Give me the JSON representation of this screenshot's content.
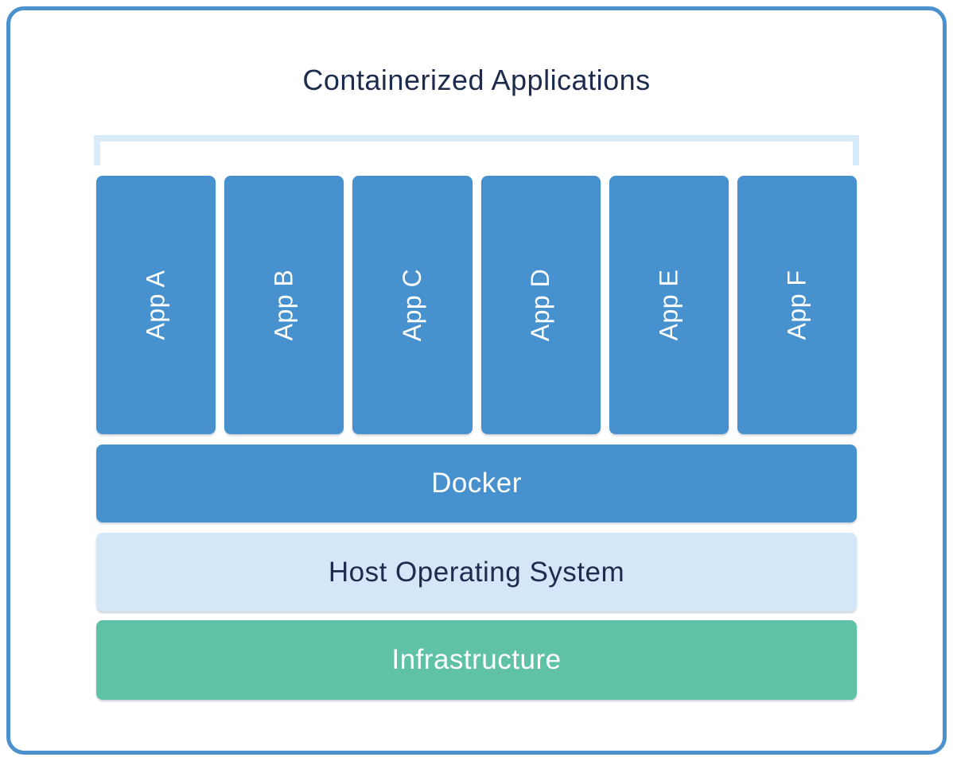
{
  "diagram": {
    "title": "Containerized Applications",
    "apps": [
      {
        "label": "App A"
      },
      {
        "label": "App B"
      },
      {
        "label": "App C"
      },
      {
        "label": "App D"
      },
      {
        "label": "App E"
      },
      {
        "label": "App F"
      }
    ],
    "layers": [
      {
        "id": "docker",
        "label": "Docker"
      },
      {
        "id": "host-os",
        "label": "Host Operating System"
      },
      {
        "id": "infrastructure",
        "label": "Infrastructure"
      }
    ],
    "colors": {
      "app_fill": "#4691ce",
      "docker_fill": "#4691ce",
      "host_os_fill": "#d3e7f8",
      "infrastructure_fill": "#5fc2a7",
      "bracket": "#d9eaf9",
      "card_border": "#4a91ce",
      "title_text": "#1d2b4d",
      "light_text": "#ffffff"
    }
  }
}
